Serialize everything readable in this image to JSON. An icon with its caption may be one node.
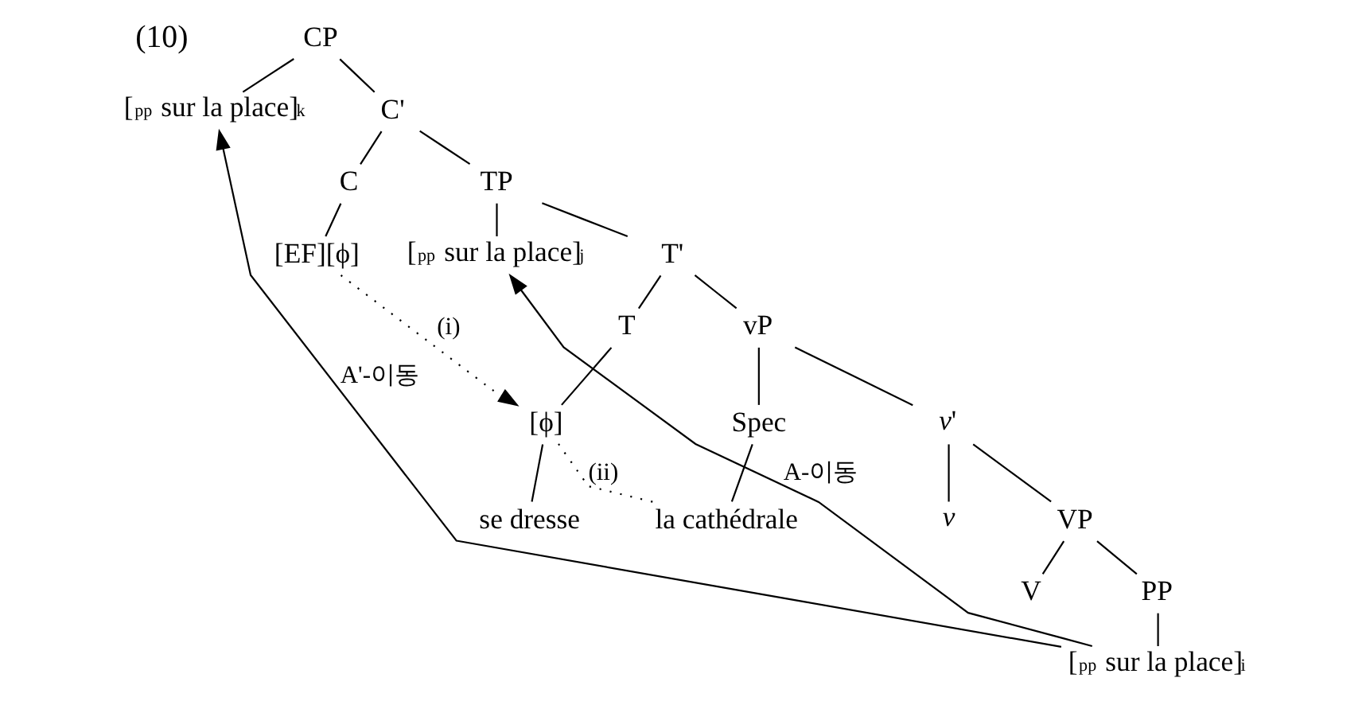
{
  "diagram": {
    "nodes": [
      {
        "text": [
          "CP"
        ]
      },
      {
        "text": [
          "[$_{pp}$ sur la place]$_{k}$"
        ]
      },
      {
        "text": [
          "C'"
        ]
      },
      {
        "text": [
          "C"
        ]
      },
      {
        "text": [
          "TP"
        ]
      },
      {
        "text": [
          "[EF][ϕ]"
        ]
      },
      {
        "text": [
          "[$_{pp}$ sur la place]$_{j}$"
        ]
      },
      {
        "text": [
          "T'"
        ]
      },
      {
        "text": [
          "T"
        ]
      },
      {
        "text": [
          "vP"
        ]
      },
      {
        "text": [
          "[ϕ]"
        ]
      },
      {
        "text": [
          "Spec"
        ]
      },
      {
        "text": [
          "*v*'"
        ]
      },
      {
        "text": [
          "se dresse"
        ]
      },
      {
        "text": [
          "la cathédrale"
        ]
      },
      {
        "text": [
          "v"
        ]
      },
      {
        "text": [
          "VP"
        ]
      },
      {
        "text": [
          "V"
        ]
      },
      {
        "text": [
          "PP"
        ]
      },
      {
        "text": [
          "[$_{pp}$ sur la place]$_{i}$"
        ]
      }
    ],
    "edges": [
      {
        "from": 0,
        "to": 1,
        "arrow": "none"
      },
      {
        "from": 0,
        "to": 2,
        "arrow": "none"
      },
      {
        "from": 2,
        "to": 3,
        "arrow": "none"
      },
      {
        "from": 2,
        "to": 4,
        "arrow": "none"
      },
      {
        "from": 3,
        "to": 5,
        "arrow": "none"
      },
      {
        "from": 4,
        "to": 6,
        "arrow": "none"
      },
      {
        "from": 4,
        "to": 7,
        "arrow": "none"
      },
      {
        "from": 7,
        "to": 8,
        "arrow": "none"
      },
      {
        "from": 7,
        "to": 9,
        "arrow": "none"
      },
      {
        "from": 8,
        "to": 10,
        "arrow": "none"
      },
      {
        "from": 9,
        "to": 11,
        "arrow": "none"
      },
      {
        "from": 9,
        "to": 12,
        "arrow": "none"
      },
      {
        "from": 10,
        "to": 13,
        "arrow": "none"
      },
      {
        "from": 11,
        "to": 14,
        "arrow": "none"
      },
      {
        "from": 12,
        "to": 15,
        "arrow": "none"
      },
      {
        "from": 12,
        "to": 16,
        "arrow": "none"
      },
      {
        "from": 16,
        "to": 17,
        "arrow": "none"
      },
      {
        "from": 16,
        "to": 18,
        "arrow": "none"
      },
      {
        "from": 18,
        "to": 19,
        "arrow": "none"
      },
      {
        "from": 5,
        "to": 10,
        "arrow": "to",
        "style": "dashed",
        "label": "(i)"
      },
      {
        "from": 10,
        "to": 14,
        "arrow": "none",
        "style": "dashed",
        "label": "(ii)"
      },
      {
        "from": 19,
        "to": 6,
        "arrow": "to",
        "label": "A-이동"
      },
      {
        "from": 19,
        "to": 1,
        "arrow": "to",
        "label": "A'-이동"
      }
    ],
    "labels": [
      "(10)"
    ]
  }
}
